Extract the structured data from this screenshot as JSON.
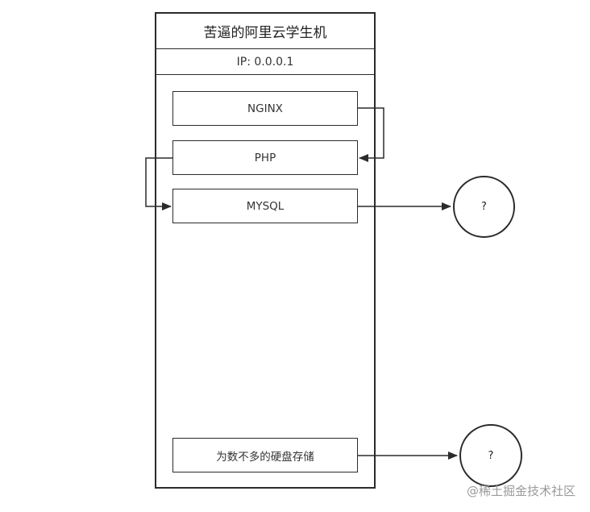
{
  "server": {
    "title": "苦逼的阿里云学生机",
    "ip": "IP: 0.0.0.1"
  },
  "components": {
    "nginx": "NGINX",
    "php": "PHP",
    "mysql": "MYSQL",
    "disk": "为数不多的硬盘存储"
  },
  "targets": {
    "mysql_target": "?",
    "disk_target": "?"
  },
  "watermark": "@稀土掘金技术社区"
}
